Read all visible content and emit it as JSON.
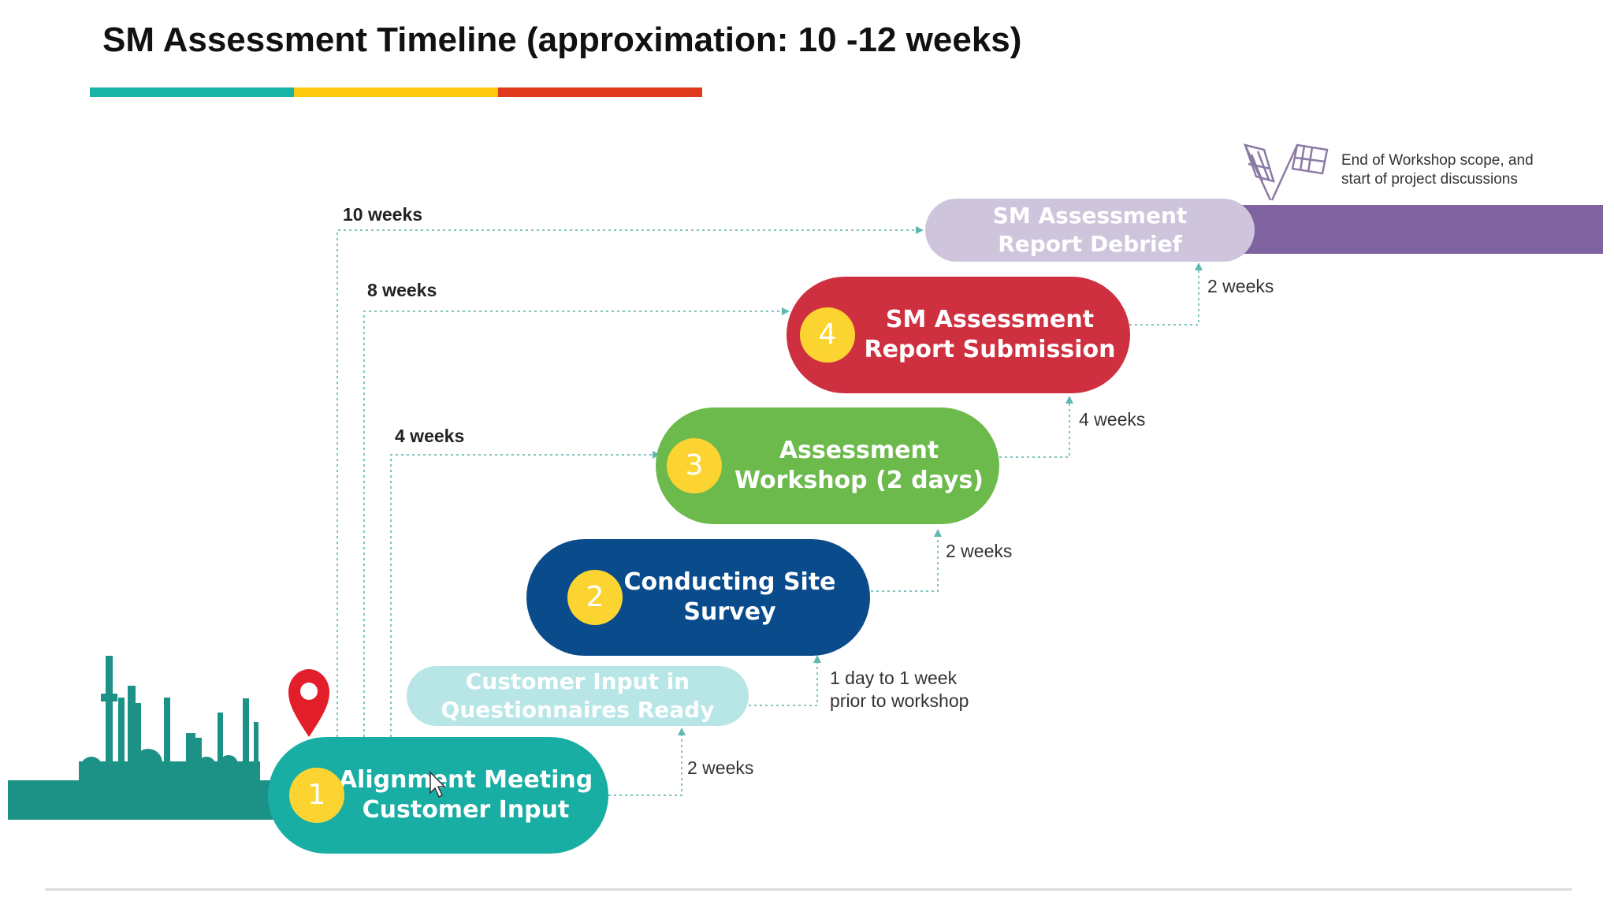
{
  "title": "SM Assessment Timeline (approximation: 10 -12 weeks)",
  "title_bar_colors": [
    "#17b3a4",
    "#fdc90f",
    "#e03a1d"
  ],
  "steps": [
    {
      "number": "1",
      "label_line1": "Alignment Meeting",
      "label_line2": "Customer Input",
      "color": "#19aea3",
      "badge_color": "#fcd431"
    },
    {
      "number": "",
      "label_line1": "Customer Input in",
      "label_line2": "Questionnaires Ready",
      "color": "#b8e6e6",
      "badge_color": ""
    },
    {
      "number": "2",
      "label_line1": "Conducting Site",
      "label_line2": "Survey",
      "color": "#0a4b8c",
      "badge_color": "#fcd431"
    },
    {
      "number": "3",
      "label_line1": "Assessment",
      "label_line2": "Workshop (2 days)",
      "color": "#6cb94c",
      "badge_color": "#fcd431"
    },
    {
      "number": "4",
      "label_line1": "SM Assessment",
      "label_line2": "Report Submission",
      "color": "#cf3040",
      "badge_color": "#fcd431"
    },
    {
      "number": "",
      "label_line1": "SM Assessment",
      "label_line2": "Report Debrief",
      "color": "#cec5dc",
      "badge_color": ""
    }
  ],
  "step_durations": {
    "d1": "2 weeks",
    "d2_line1": "1 day to 1 week",
    "d2_line2": "prior to workshop",
    "d3": "2 weeks",
    "d4": "4 weeks",
    "d5": "2 weeks"
  },
  "cumulative_durations": {
    "c1": "10 weeks",
    "c2": "8 weeks",
    "c3": "4 weeks"
  },
  "end_note": {
    "line1": "End of Workshop scope, and",
    "line2": "start of project discussions"
  },
  "colors": {
    "end_bar": "#7f62a0",
    "ground": "#1c9186",
    "pin": "#e31e2b",
    "connector": "#5fb8b2"
  },
  "icons": [
    "map-pin-icon",
    "finish-flags-icon",
    "refinery-skyline-icon",
    "mouse-cursor-icon"
  ]
}
